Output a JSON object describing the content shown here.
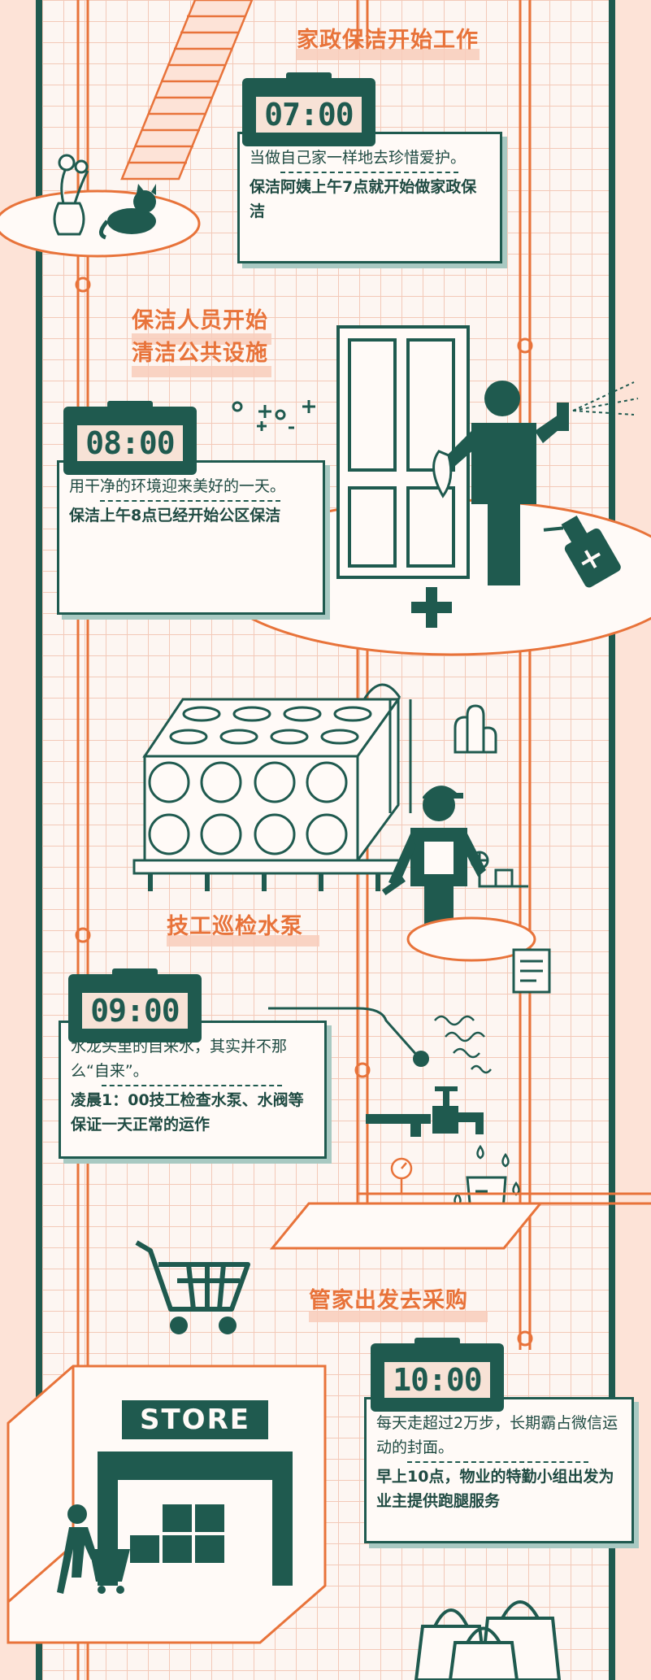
{
  "sections": [
    {
      "heading": [
        "家政保洁开始工作"
      ],
      "time": "07:00",
      "desc": "当做自己家一样地去珍惜爱护。",
      "detail": "保洁阿姨上午7点就开始做家政保洁"
    },
    {
      "heading": [
        "保洁人员开始",
        "清洁公共设施"
      ],
      "time": "08:00",
      "desc": "用干净的环境迎来美好的一天。",
      "detail": "保洁上午8点已经开始公区保洁"
    },
    {
      "heading": [
        "技工巡检水泵"
      ],
      "time": "09:00",
      "desc": "水龙头里的自来水，其实并不那么“自来”。",
      "detail": "凌晨1：00技工检查水泵、水阀等保证一天正常的运作"
    },
    {
      "heading": [
        "管家出发去采购"
      ],
      "time": "10:00",
      "desc": "每天走超过2万步，长期霸占微信运动的封面。",
      "detail": "早上10点，物业的特勤小组出发为业主提供跑腿服务"
    }
  ],
  "store_sign": "STORE",
  "colors": {
    "primary": "#1f5a4f",
    "accent": "#e8733a",
    "highlight": "#f8cdbb",
    "grid": "#f3c9b8"
  },
  "icons": [
    "stairs-icon",
    "vase-icon",
    "cat-icon",
    "door-icon",
    "cleaner-icon",
    "spray-bottle-icon",
    "plus-icon",
    "water-tank-icon",
    "technician-icon",
    "faucet-icon",
    "cart-icon",
    "store-icon",
    "shopping-bags-icon"
  ]
}
